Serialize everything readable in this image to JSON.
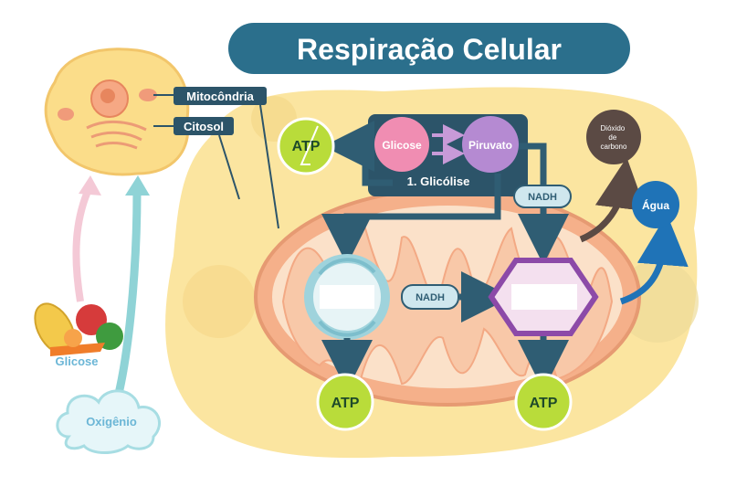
{
  "title": "Respiração Celular",
  "cell_labels": {
    "mitochondria": "Mitocôndria",
    "cytosol": "Citosol"
  },
  "inputs": {
    "glucose": "Glicose",
    "oxygen": "Oxigênio"
  },
  "glycolysis": {
    "glucose": "Glicose",
    "pyruvate": "Piruvato",
    "step_label": "1. Glicólise"
  },
  "carriers": {
    "nadh_top": "NADH",
    "nadh_middle": "NADH"
  },
  "atp": {
    "top_left": "ATP",
    "bottom_left": "ATP",
    "bottom_right": "ATP"
  },
  "products": {
    "co2": "Dióxido de carbono",
    "water": "Água"
  },
  "colors": {
    "title_bg": "#2b6f8c",
    "atp_fill": "#b9dc3a",
    "pathway_arrow": "#2f5d73",
    "glucose_node": "#f08db2",
    "pyruvate_node": "#b58ad2",
    "cell_bg": "#fbe8a6",
    "mito_fill": "#f7c8a7",
    "co2_fill": "#5b4a44",
    "water_fill": "#1f73b7"
  }
}
